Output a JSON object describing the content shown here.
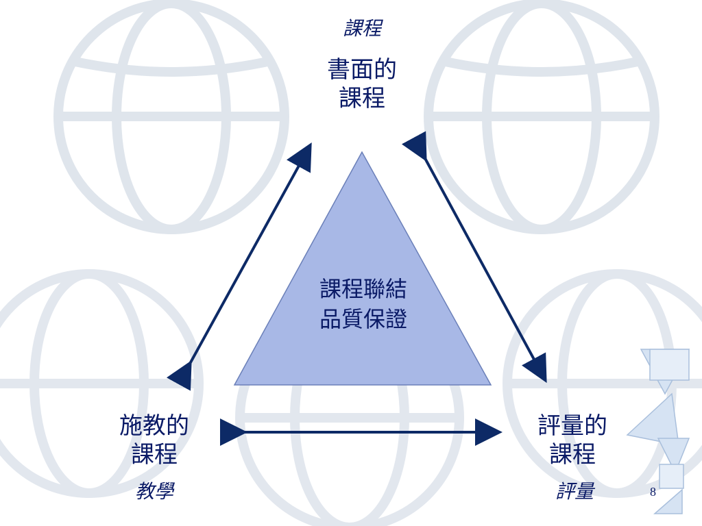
{
  "top_node": {
    "caption": "課程",
    "title_line1": "書面的",
    "title_line2": "課程"
  },
  "left_node": {
    "title_line1": "施教的",
    "title_line2": "課程",
    "caption": "教學"
  },
  "right_node": {
    "title_line1": "評量的",
    "title_line2": "課程",
    "caption": "評量"
  },
  "center": {
    "line1": "課程聯結",
    "line2": "品質保證"
  },
  "page_number": "8",
  "colors": {
    "triangle_fill": "#a8b8e6",
    "arrow": "#0d2a66",
    "text": "#0a1a66"
  }
}
